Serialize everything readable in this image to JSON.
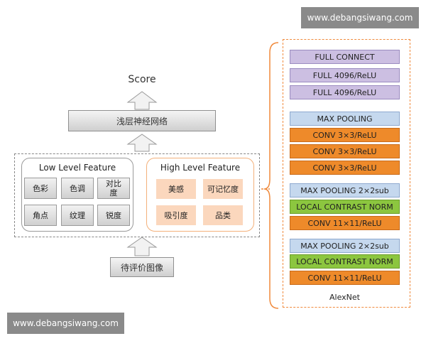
{
  "watermark_top": "www.debangsiwang.com",
  "watermark_bottom": "www.debangsiwang.com",
  "score_label": "Score",
  "shallow_network": "浅层神经网络",
  "low_level": {
    "title": "Low Level Feature",
    "cells": [
      "色彩",
      "色调",
      "对比度",
      "角点",
      "纹理",
      "锐度"
    ]
  },
  "high_level": {
    "title": "High Level Feature",
    "cells": [
      "美感",
      "可记忆度",
      "吸引度",
      "品类"
    ]
  },
  "input_label": "待评价图像",
  "alexnet": {
    "label": "AlexNet",
    "layers": [
      {
        "text": "FULL CONNECT",
        "color": "purple"
      },
      {
        "text": "FULL 4096/ReLU",
        "color": "purple"
      },
      {
        "text": "FULL 4096/ReLU",
        "color": "purple"
      },
      {
        "text": "MAX POOLING",
        "color": "blue"
      },
      {
        "text": "CONV 3×3/ReLU",
        "color": "orange"
      },
      {
        "text": "CONV 3×3/ReLU",
        "color": "orange"
      },
      {
        "text": "CONV 3×3/ReLU",
        "color": "orange"
      },
      {
        "text": "MAX POOLING 2×2sub",
        "color": "blue"
      },
      {
        "text": "LOCAL CONTRAST NORM",
        "color": "green"
      },
      {
        "text": "CONV 11×11/ReLU",
        "color": "orange"
      },
      {
        "text": "MAX POOLING 2×2sub",
        "color": "blue"
      },
      {
        "text": "LOCAL CONTRAST NORM",
        "color": "green"
      },
      {
        "text": "CONV 11×11/ReLU",
        "color": "orange"
      }
    ]
  },
  "colors": {
    "purple": "#ccbfe2",
    "blue": "#c5d8ee",
    "orange": "#ee8a2a",
    "green": "#8cc63f",
    "orange_dash": "#f08a3c",
    "feature_orange": "#fbd7bd"
  }
}
